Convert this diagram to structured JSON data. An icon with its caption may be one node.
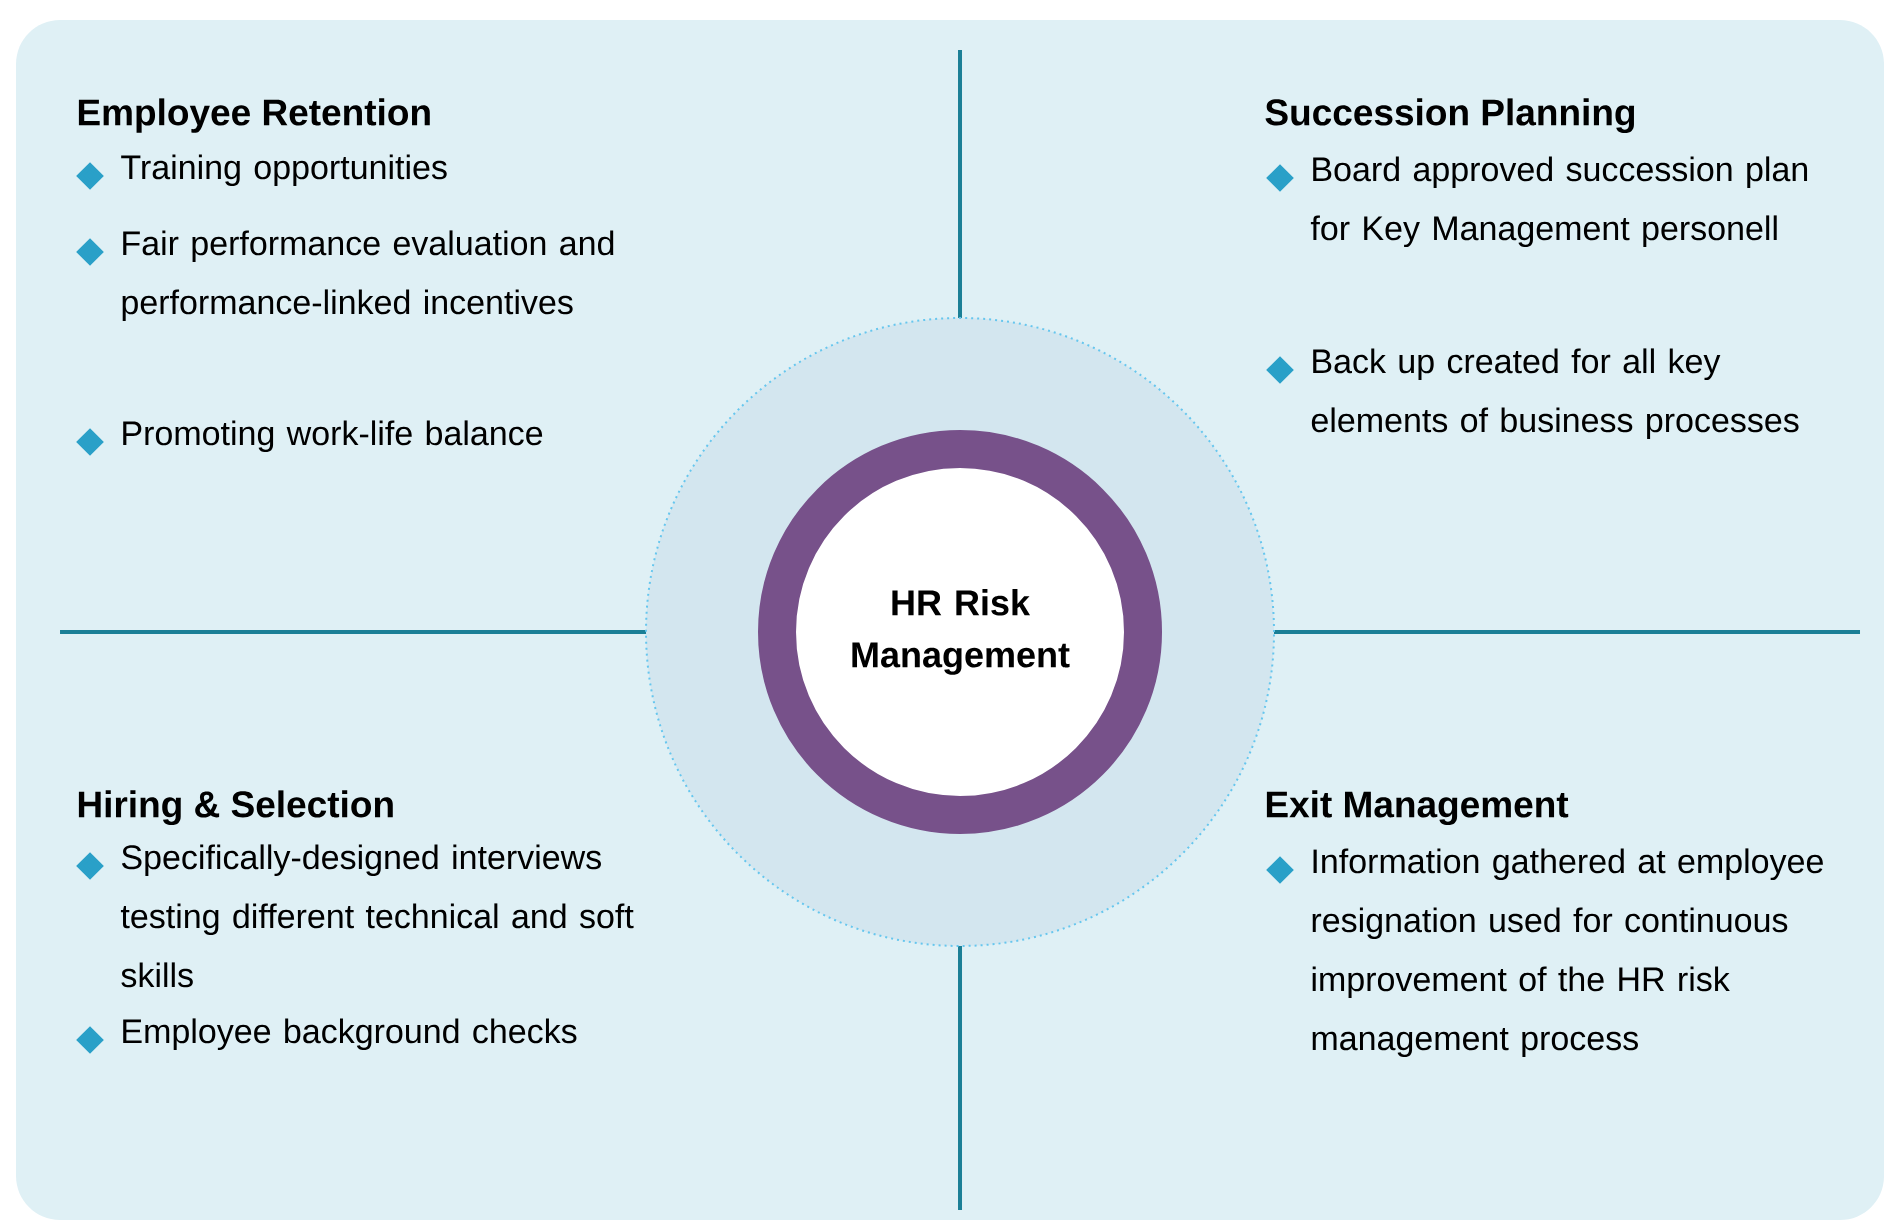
{
  "diagram": {
    "nodes": [
      {
        "text": [
          "HR Risk Management"
        ]
      }
    ],
    "labels": [
      "Employee Retention",
      "Training opportunities",
      "Fair performance evaluation and performance-linked incentives",
      "Promoting work-life balance",
      "Succession Planning",
      "Board approved succession plan for Key Management personell",
      "Back up created for all key elements of business processes",
      "Hiring & Selection",
      "Specifically-designed interviews testing different technical and soft skills",
      "Employee background checks",
      "Exit Management",
      "Information gathered at employee resignation used for continuous improvement of the HR risk management process"
    ]
  }
}
